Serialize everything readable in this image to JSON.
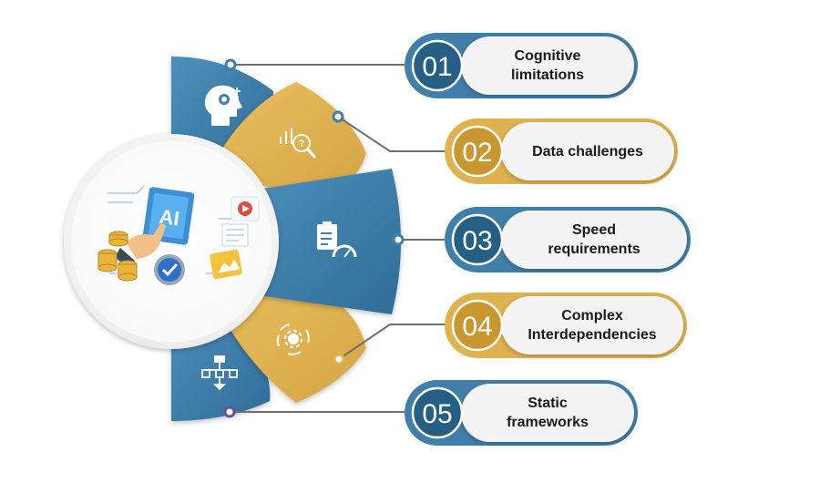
{
  "colors": {
    "blue": "#3f7fa9",
    "blue_dark": "#255f86",
    "gold": "#e0b24f",
    "gold_dark": "#c9962f"
  },
  "segments": [
    {
      "icon": "head-gear-icon",
      "color": "blue"
    },
    {
      "icon": "chart-magnifier-question-icon",
      "color": "gold"
    },
    {
      "icon": "clipboard-speedometer-icon",
      "color": "blue"
    },
    {
      "icon": "gear-arrows-cycle-icon",
      "color": "gold"
    },
    {
      "icon": "flowchart-icon",
      "color": "blue"
    }
  ],
  "center": {
    "badge_text": "AI",
    "icon": "ai-tablet-hand-coins-gear-icon"
  },
  "items": [
    {
      "number": "01",
      "label": "Cognitive\nlimitations",
      "color": "blue"
    },
    {
      "number": "02",
      "label": "Data challenges",
      "color": "gold"
    },
    {
      "number": "03",
      "label": "Speed\nrequirements",
      "color": "blue"
    },
    {
      "number": "04",
      "label": "Complex\nInterdependencies",
      "color": "gold"
    },
    {
      "number": "05",
      "label": "Static\nframeworks",
      "color": "blue"
    }
  ]
}
